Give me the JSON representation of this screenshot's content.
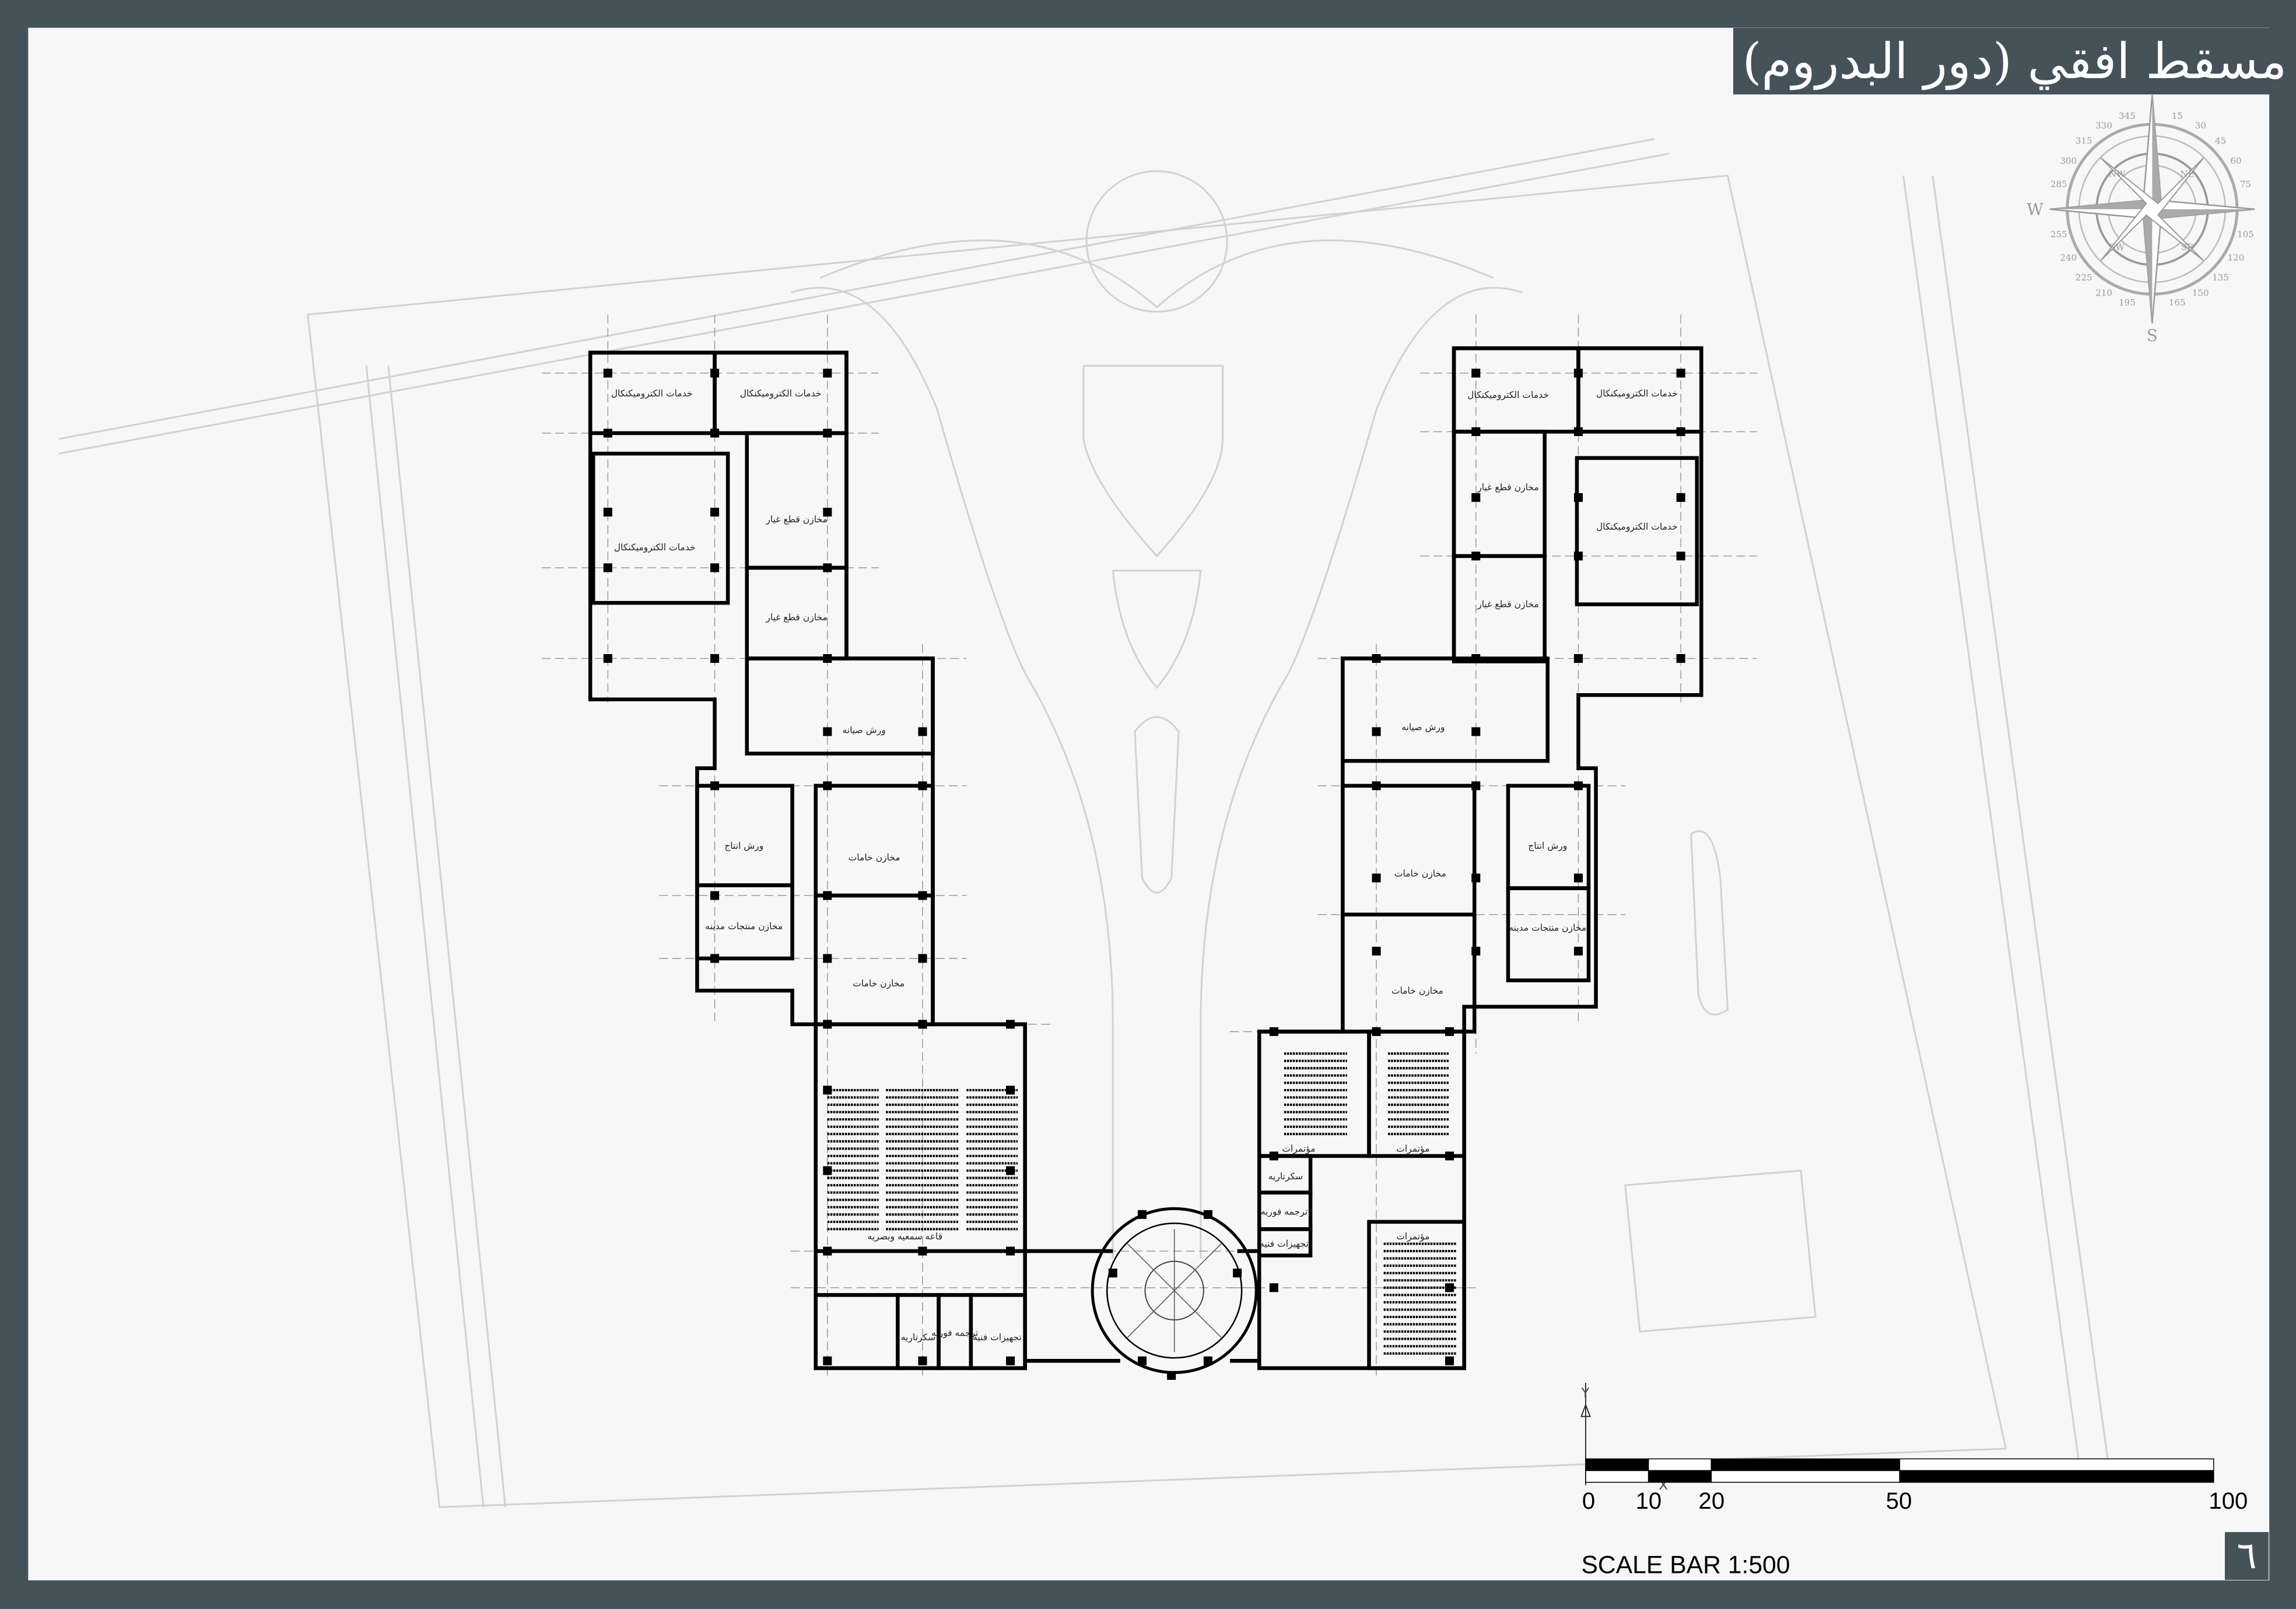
{
  "title": "مسقط افقي (دور البدروم)",
  "page_number": "٦",
  "colors": {
    "frame": "#46525a",
    "walls": "#000000",
    "site": "#d2d2d2",
    "background": "#f7f7f7"
  },
  "compass": {
    "W": "W",
    "S": "S",
    "inner": [
      "NW",
      "NE",
      "SW",
      "SE"
    ],
    "degrees": [
      "15",
      "30",
      "45",
      "60",
      "75",
      "105",
      "120",
      "135",
      "150",
      "165",
      "195",
      "210",
      "225",
      "240",
      "255",
      "285",
      "300",
      "315",
      "330",
      "345"
    ]
  },
  "left_wing_rooms": [
    "خدمات الكتروميكنكال",
    "خدمات الكتروميكنكال",
    "خدمات الكتروميكنكال",
    "مخازن قطع غيار",
    "مخازن قطع غيار",
    "ورش صيانه",
    "ورش انتاج",
    "مخازن منتجات مدينه",
    "مخازن خامات",
    "مخازن خامات",
    "قاعه سمعيه وبصريه",
    "سكرتاريه",
    "ترجمه فوريه",
    "تجهيزات فنيه"
  ],
  "right_wing_rooms": [
    "خدمات الكتروميكنكال",
    "خدمات الكتروميكنكال",
    "مخازن قطع غيار",
    "مخازن قطع غيار",
    "خدمات الكتروميكنكال",
    "ورش صيانه",
    "ورش انتاج",
    "مخازن منتجات مدينه",
    "مخازن خامات",
    "مخازن خامات",
    "مؤتمرات",
    "مؤتمرات",
    "مؤتمرات",
    "سكرتاريه",
    "ترجمه فوريه",
    "تجهيزات فنيه"
  ],
  "scale_bar": {
    "ticks": [
      "0",
      "10",
      "20",
      "50",
      "100"
    ],
    "label": "SCALE BAR 1:500",
    "axis_y": "Y",
    "axis_x": "X"
  }
}
